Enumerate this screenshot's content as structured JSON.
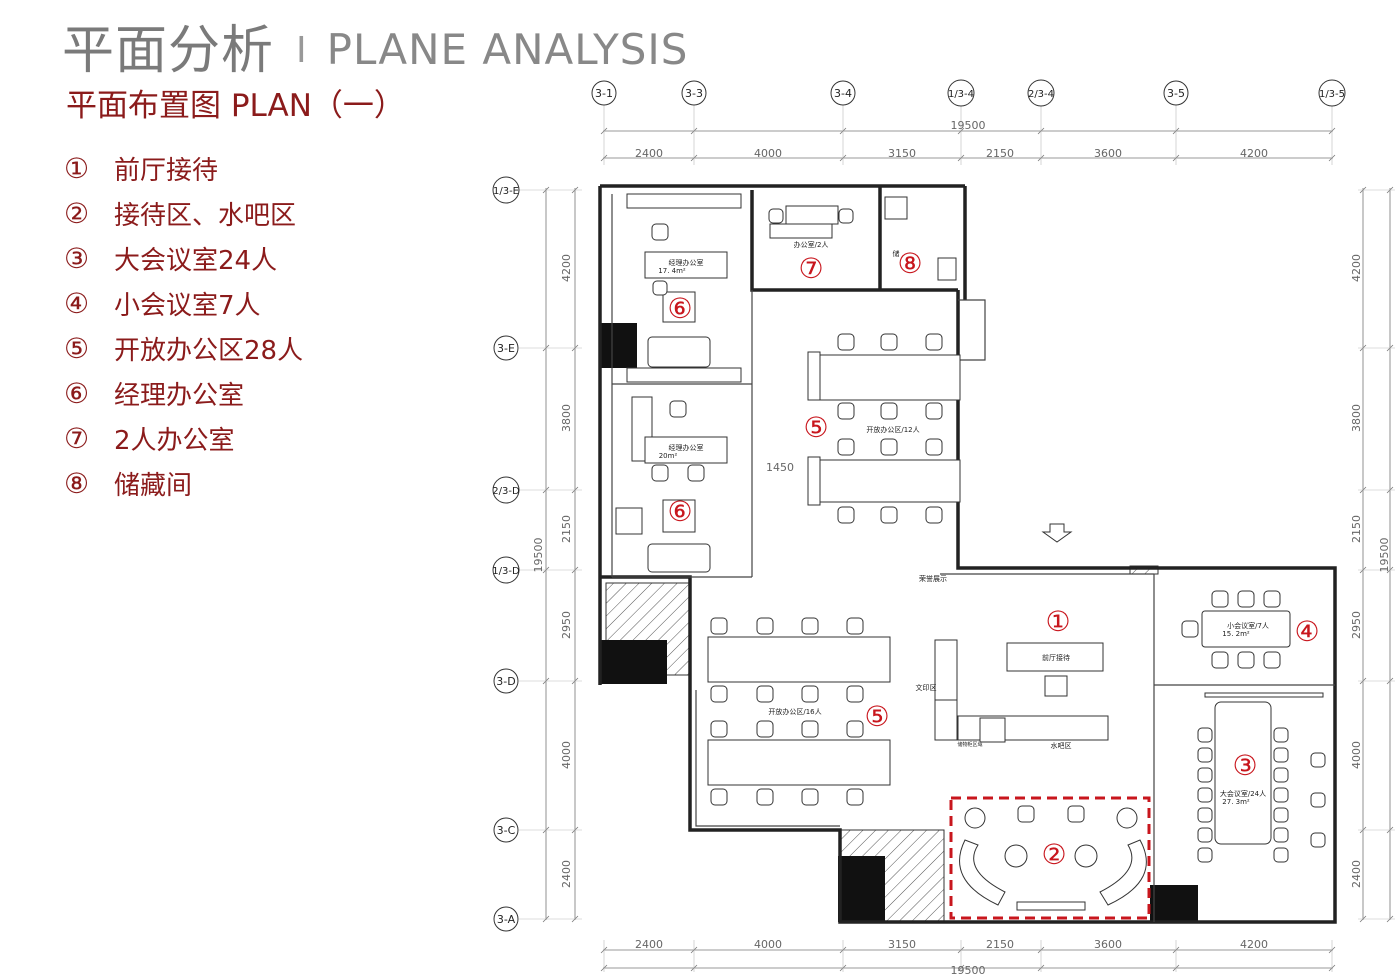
{
  "title": {
    "cn": "平面分析",
    "separator": "I",
    "en": "PLANE ANALYSIS"
  },
  "subtitle": "平面布置图 PLAN（一）",
  "legend": [
    {
      "num": "①",
      "label": "前厅接待"
    },
    {
      "num": "②",
      "label": "接待区、水吧区"
    },
    {
      "num": "③",
      "label": "大会议室24人"
    },
    {
      "num": "④",
      "label": "小会议室7人"
    },
    {
      "num": "⑤",
      "label": "开放办公区28人"
    },
    {
      "num": "⑥",
      "label": "经理办公室"
    },
    {
      "num": "⑦",
      "label": "2人办公室"
    },
    {
      "num": "⑧",
      "label": "储藏间"
    }
  ],
  "grid_top": [
    "3-1",
    "3-3",
    "3-4",
    "1/3-4",
    "2/3-4",
    "3-5",
    "1/3-5"
  ],
  "grid_left": [
    "1/3-E",
    "3-E",
    "2/3-D",
    "1/3-D",
    "3-D",
    "3-C",
    "3-A"
  ],
  "dims_horizontal": [
    "2400",
    "4000",
    "3150",
    "2150",
    "3600",
    "4200"
  ],
  "dims_vertical": [
    "4200",
    "3800",
    "2150",
    "2950",
    "4000",
    "2400"
  ],
  "dim_total": "19500",
  "dim_corridor": "1450",
  "room_labels": {
    "manager1": "经理办公室",
    "manager1_area": "17. 4m²",
    "manager2": "经理办公室",
    "manager2_area": "20m²",
    "office2": "办公室/2人",
    "storage": "储",
    "open12": "开放办公区/12人",
    "open16": "开放办公区/16人",
    "reception": "前厅接待",
    "small_meeting": "小会议室/7人",
    "small_meeting_area": "15. 2m²",
    "big_meeting": "大会议室/24人",
    "big_meeting_area": "27. 3m²",
    "print": "文印区",
    "water_bar": "水吧区",
    "display": "荣誉展示",
    "cabinet": "储物柜区域"
  },
  "markers": [
    "①",
    "②",
    "③",
    "④",
    "⑤",
    "⑤",
    "⑥",
    "⑥",
    "⑦",
    "⑧"
  ],
  "colors": {
    "accent": "#8b1b1b",
    "marker": "#c8161d",
    "title_grey": "#7a7a7a",
    "line": "#333333"
  }
}
